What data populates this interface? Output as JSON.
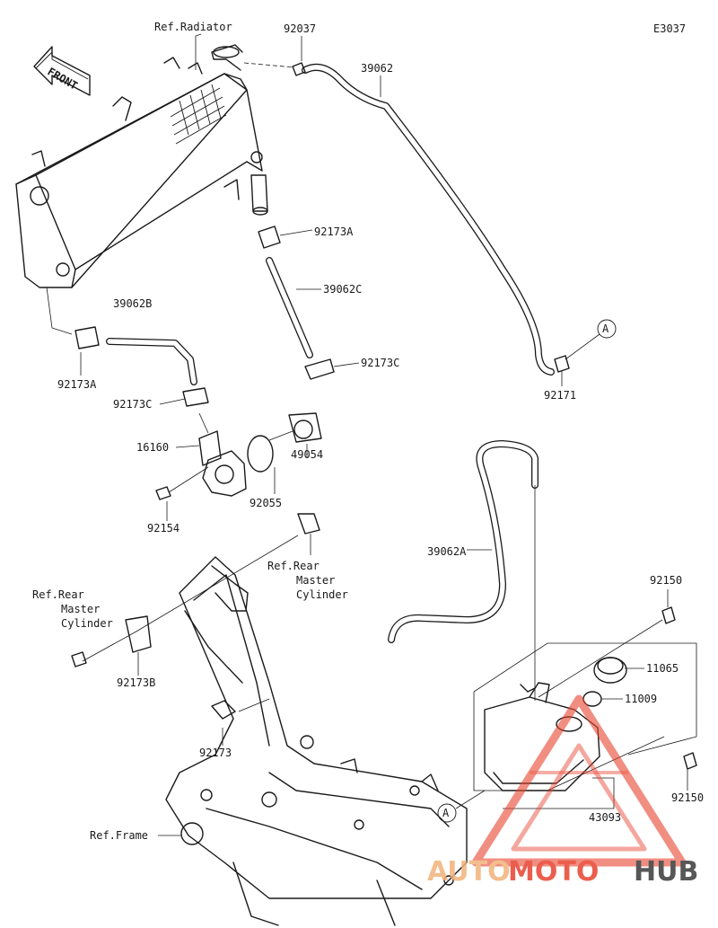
{
  "diagram": {
    "code": "E3037",
    "direction_label": "FRONT",
    "callouts": {
      "ref_radiator": "Ref.Radiator",
      "p92037": "92037",
      "p39062": "39062",
      "p92173A_top": "92173A",
      "p39062C": "39062C",
      "p39062B": "39062B",
      "p92173A_left": "92173A",
      "p92173C_right": "92173C",
      "p92173C_left": "92173C",
      "p92171": "92171",
      "p16160": "16160",
      "p49054": "49054",
      "p92055": "92055",
      "p92154": "92154",
      "p39062A": "39062A",
      "ref_rear_master_right": [
        "Ref.Rear",
        "Master",
        "Cylinder"
      ],
      "ref_rear_master_left": [
        "Ref.Rear",
        "Master",
        "Cylinder"
      ],
      "p92150_top": "92150",
      "p11065": "11065",
      "p11009": "11009",
      "p92173B": "92173B",
      "p92173": "92173",
      "p92150_right": "92150",
      "p43093": "43093",
      "ref_frame": "Ref.Frame"
    },
    "connector_marks": [
      "A",
      "A"
    ]
  },
  "watermark": {
    "part1": "AUTO",
    "part2": "MOTO",
    "part3": "HUB",
    "triangle_color": "#e8432f"
  }
}
